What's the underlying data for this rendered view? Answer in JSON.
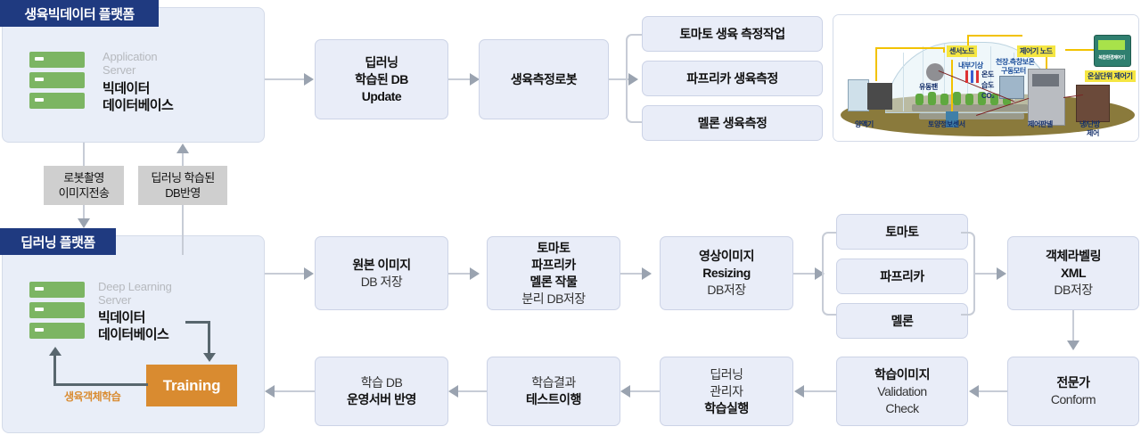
{
  "platforms": {
    "top": {
      "title": "생육빅데이터 플랫폼",
      "server_caption": "Application\nServer",
      "server_caption_l1": "Application",
      "server_caption_l2": "Server",
      "server_name_l1": "빅데이터",
      "server_name_l2": "데이터베이스",
      "icon": "server-rack-icon"
    },
    "bottom": {
      "title": "딥러닝 플랫폼",
      "server_caption_l1": "Deep Learning",
      "server_caption_l2": "Server",
      "server_name_l1": "빅데이터",
      "server_name_l2": "데이터베이스",
      "training_label": "Training",
      "loop_label": "생육객체학습",
      "icon": "server-rack-icon"
    }
  },
  "connector_labels": [
    {
      "l1": "로봇촬영",
      "l2": "이미지전송"
    },
    {
      "l1": "딥러닝 학습된",
      "l2": "DB반영"
    }
  ],
  "row_top": {
    "boxes": [
      {
        "lines": [
          {
            "t": "딥러닝",
            "b": true
          },
          {
            "t": "학습된 DB",
            "b": true
          },
          {
            "t": "Update",
            "b": true
          }
        ]
      },
      {
        "lines": [
          {
            "t": "생육측정로봇",
            "b": true
          }
        ]
      }
    ],
    "branches": [
      {
        "lines": [
          {
            "t": "토마토 생육 측정작업",
            "b": true
          }
        ]
      },
      {
        "lines": [
          {
            "t": "파프리카 생육측정",
            "b": true
          }
        ]
      },
      {
        "lines": [
          {
            "t": "멜론 생육측정",
            "b": true
          }
        ]
      }
    ]
  },
  "row_mid": {
    "boxes": [
      {
        "lines": [
          {
            "t": "원본 이미지",
            "b": true
          },
          {
            "t": "DB 저장",
            "b": false
          }
        ]
      },
      {
        "lines": [
          {
            "t": "토마토",
            "b": true
          },
          {
            "t": "파프리카",
            "b": true
          },
          {
            "t": "멜론 작물",
            "b": true
          },
          {
            "t": "분리 DB저장",
            "b": false
          }
        ]
      },
      {
        "lines": [
          {
            "t": "영상이미지",
            "b": true
          },
          {
            "t": "Resizing",
            "b": true
          },
          {
            "t": "DB저장",
            "b": false
          }
        ]
      }
    ],
    "branches": [
      {
        "lines": [
          {
            "t": "토마토",
            "b": true
          }
        ]
      },
      {
        "lines": [
          {
            "t": "파프리카",
            "b": true
          }
        ]
      },
      {
        "lines": [
          {
            "t": "멜론",
            "b": true
          }
        ]
      }
    ],
    "xml_box": {
      "lines": [
        {
          "t": "객체라벨링",
          "b": true
        },
        {
          "t": "XML",
          "b": true
        },
        {
          "t": "DB저장",
          "b": false
        }
      ]
    }
  },
  "row_bottom": {
    "boxes": [
      {
        "lines": [
          {
            "t": "학습 DB",
            "b": false
          },
          {
            "t": "운영서버 반영",
            "b": true
          }
        ]
      },
      {
        "lines": [
          {
            "t": "학습결과",
            "b": false
          },
          {
            "t": "테스트이행",
            "b": true
          }
        ]
      },
      {
        "lines": [
          {
            "t": "딥러닝",
            "b": false
          },
          {
            "t": "관리자",
            "b": false
          },
          {
            "t": "학습실행",
            "b": true
          }
        ]
      },
      {
        "lines": [
          {
            "t": "학습이미지",
            "b": true
          },
          {
            "t": "Validation",
            "b": false
          },
          {
            "t": "Check",
            "b": false
          }
        ]
      },
      {
        "lines": [
          {
            "t": "전문가",
            "b": true
          },
          {
            "t": "Conform",
            "b": false
          }
        ]
      }
    ]
  },
  "greenhouse": {
    "name": "greenhouse-smartfarm-illustration",
    "tags": [
      {
        "text": "센서노드"
      },
      {
        "text": "제어기 노드"
      },
      {
        "text": "온실단위 제어기"
      }
    ],
    "labels": [
      {
        "text": "내부기상"
      },
      {
        "text": "온도"
      },
      {
        "text": "습도"
      },
      {
        "text": "CO₂"
      },
      {
        "text": "천장.측창보온"
      },
      {
        "text": "구동모터"
      },
      {
        "text": "유동팬"
      },
      {
        "text": "양액기"
      },
      {
        "text": "토양정보센서"
      },
      {
        "text": "제어판넬"
      },
      {
        "text": "냉/난방"
      },
      {
        "text": "제어"
      }
    ],
    "device_caption": "복합환경제어기"
  },
  "colors": {
    "panel_header": "#1f3a80",
    "panel_bg": "#e9eef8",
    "box_bg": "#e9edf8",
    "box_border": "#ccd3e6",
    "server_green": "#7cb563",
    "training_orange": "#d98b30",
    "connector_gray": "#c7ccd6",
    "label_gray": "#cfcfcf"
  }
}
